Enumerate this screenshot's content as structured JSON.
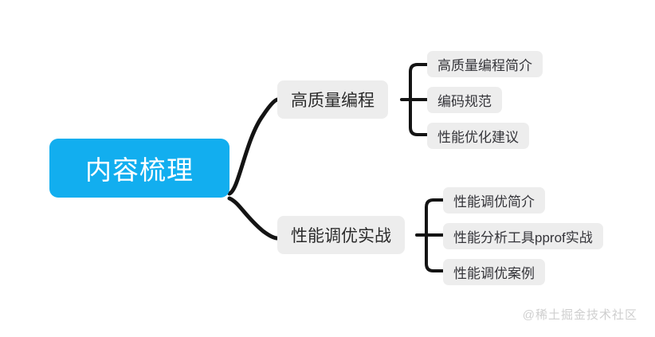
{
  "mindmap": {
    "root": {
      "label": "内容梳理",
      "color": "#12AEEF",
      "text_color": "#FFFFFF"
    },
    "branches": [
      {
        "label": "高质量编程",
        "color": "#EDEDED",
        "children": [
          {
            "label": "高质量编程简介"
          },
          {
            "label": "编码规范"
          },
          {
            "label": "性能优化建议"
          }
        ]
      },
      {
        "label": "性能调优实战",
        "color": "#EDEDED",
        "children": [
          {
            "label": "性能调优简介"
          },
          {
            "label": "性能分析工具pprof实战"
          },
          {
            "label": "性能调优案例"
          }
        ]
      }
    ],
    "connector_color": "#141414",
    "background_color": "#FFFFFF"
  },
  "watermark": {
    "text": "@稀土掘金技术社区",
    "color": "#CFCFCF"
  }
}
